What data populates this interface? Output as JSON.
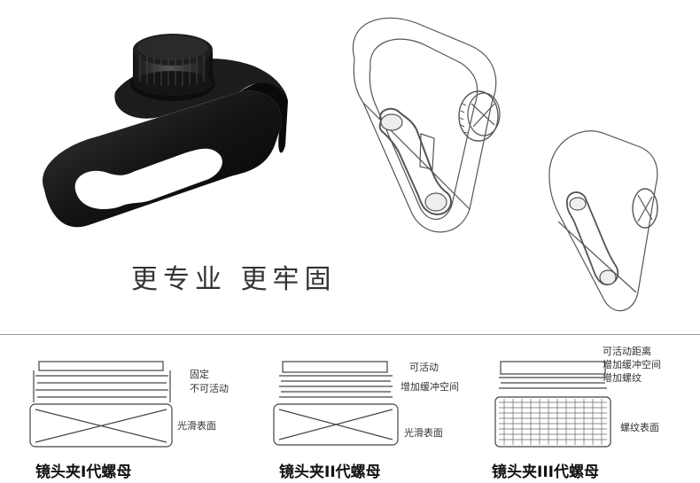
{
  "headline": "更专业  更牢固",
  "nuts": [
    {
      "caption": "镜头夹I代螺母",
      "notes": [
        "固定",
        "不可活动",
        "光滑表面"
      ]
    },
    {
      "caption": "镜头夹II代螺母",
      "notes": [
        "可活动",
        "增加缓冲空间",
        "光滑表面"
      ]
    },
    {
      "caption": "镜头夹III代螺母",
      "notes": [
        "可活动距离",
        "增加缓冲空间",
        "增加螺纹",
        "螺纹表面"
      ]
    }
  ],
  "colors": {
    "ink": "#333333",
    "metal": "#1a1a1a",
    "paper": "#ffffff"
  }
}
